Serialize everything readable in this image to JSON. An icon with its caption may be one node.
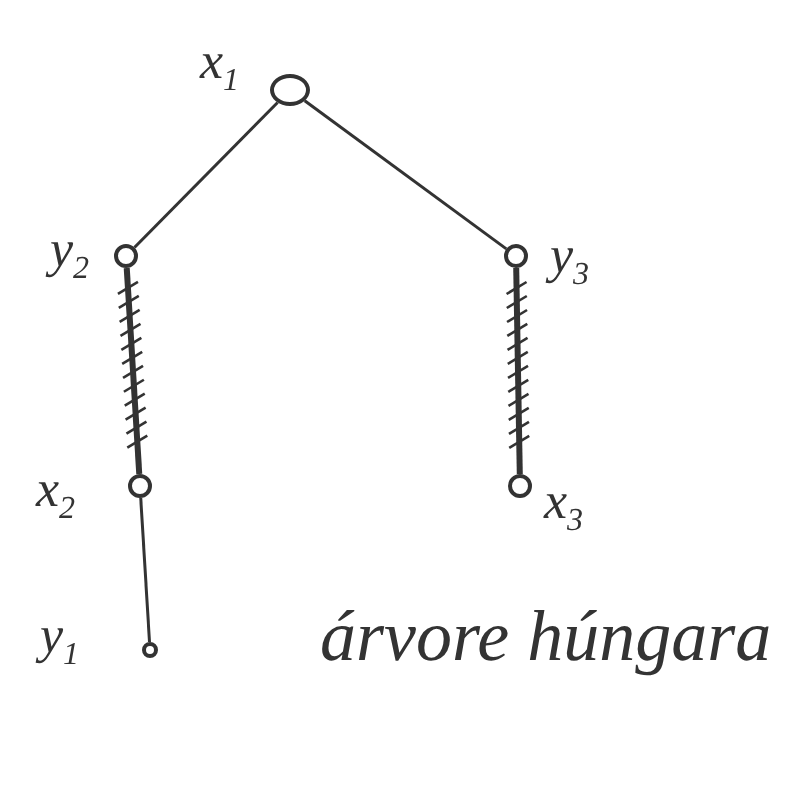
{
  "diagram": {
    "nodes": [
      {
        "text": [],
        "shape": "circle",
        "beside": [
          "x$_{1}$"
        ]
      },
      {
        "text": [],
        "shape": "circle",
        "beside": [
          "y$_{2}$"
        ]
      },
      {
        "text": [],
        "shape": "circle",
        "beside": [
          "y$_{3}$"
        ]
      },
      {
        "text": [],
        "shape": "circle",
        "beside": [
          "x$_{2}$"
        ]
      },
      {
        "text": [],
        "shape": "circle",
        "beside": [
          "x$_{3}$"
        ]
      },
      {
        "text": [],
        "shape": "circle",
        "beside": [
          "y$_{1}$"
        ]
      }
    ],
    "edges": [
      {
        "from": 0,
        "to": 1,
        "arrow": "none"
      },
      {
        "from": 0,
        "to": 2,
        "arrow": "none"
      },
      {
        "from": 1,
        "to": 3,
        "arrow": "none",
        "style": "thick"
      },
      {
        "from": 2,
        "to": 4,
        "arrow": "none",
        "style": "thick"
      },
      {
        "from": 3,
        "to": 5,
        "arrow": "none"
      }
    ],
    "labels": [
      "árvore húngara"
    ]
  }
}
